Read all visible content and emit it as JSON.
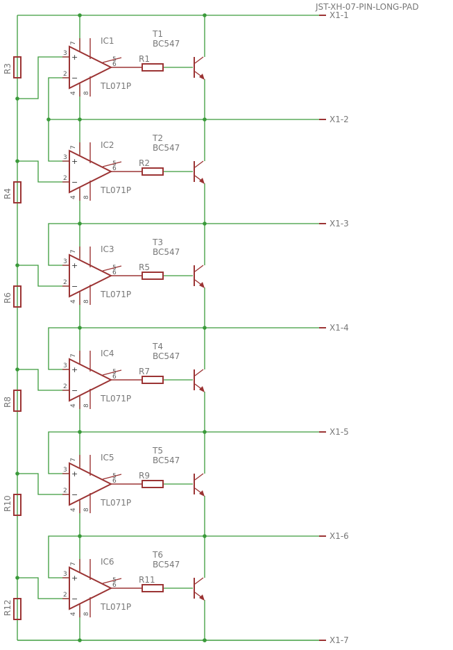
{
  "connector": {
    "title": "JST-XH-07-PIN-LONG-PAD",
    "pins": [
      "X1-1",
      "X1-2",
      "X1-3",
      "X1-4",
      "X1-5",
      "X1-6",
      "X1-7"
    ]
  },
  "divider_resistors": [
    "R3",
    "R4",
    "R6",
    "R8",
    "R10",
    "R12"
  ],
  "stages": [
    {
      "ic": "IC1",
      "ic_value": "TL071P",
      "transistor": "T1",
      "transistor_value": "BC547",
      "base_resistor": "R1"
    },
    {
      "ic": "IC2",
      "ic_value": "TL071P",
      "transistor": "T2",
      "transistor_value": "BC547",
      "base_resistor": "R2"
    },
    {
      "ic": "IC3",
      "ic_value": "TL071P",
      "transistor": "T3",
      "transistor_value": "BC547",
      "base_resistor": "R5"
    },
    {
      "ic": "IC4",
      "ic_value": "TL071P",
      "transistor": "T4",
      "transistor_value": "BC547",
      "base_resistor": "R7"
    },
    {
      "ic": "IC5",
      "ic_value": "TL071P",
      "transistor": "T5",
      "transistor_value": "BC547",
      "base_resistor": "R9"
    },
    {
      "ic": "IC6",
      "ic_value": "TL071P",
      "transistor": "T6",
      "transistor_value": "BC547",
      "base_resistor": "R11"
    }
  ],
  "opamp_pins": {
    "noninv": "3",
    "inv": "2",
    "vplus": "7",
    "vminus": "4",
    "offset_a": "5",
    "offset_b": "8",
    "out": "6",
    "plus_sign": "+",
    "minus_sign": "−"
  },
  "colors": {
    "wire": "#3a9a3a",
    "part": "#9b3333",
    "label": "#777777"
  }
}
